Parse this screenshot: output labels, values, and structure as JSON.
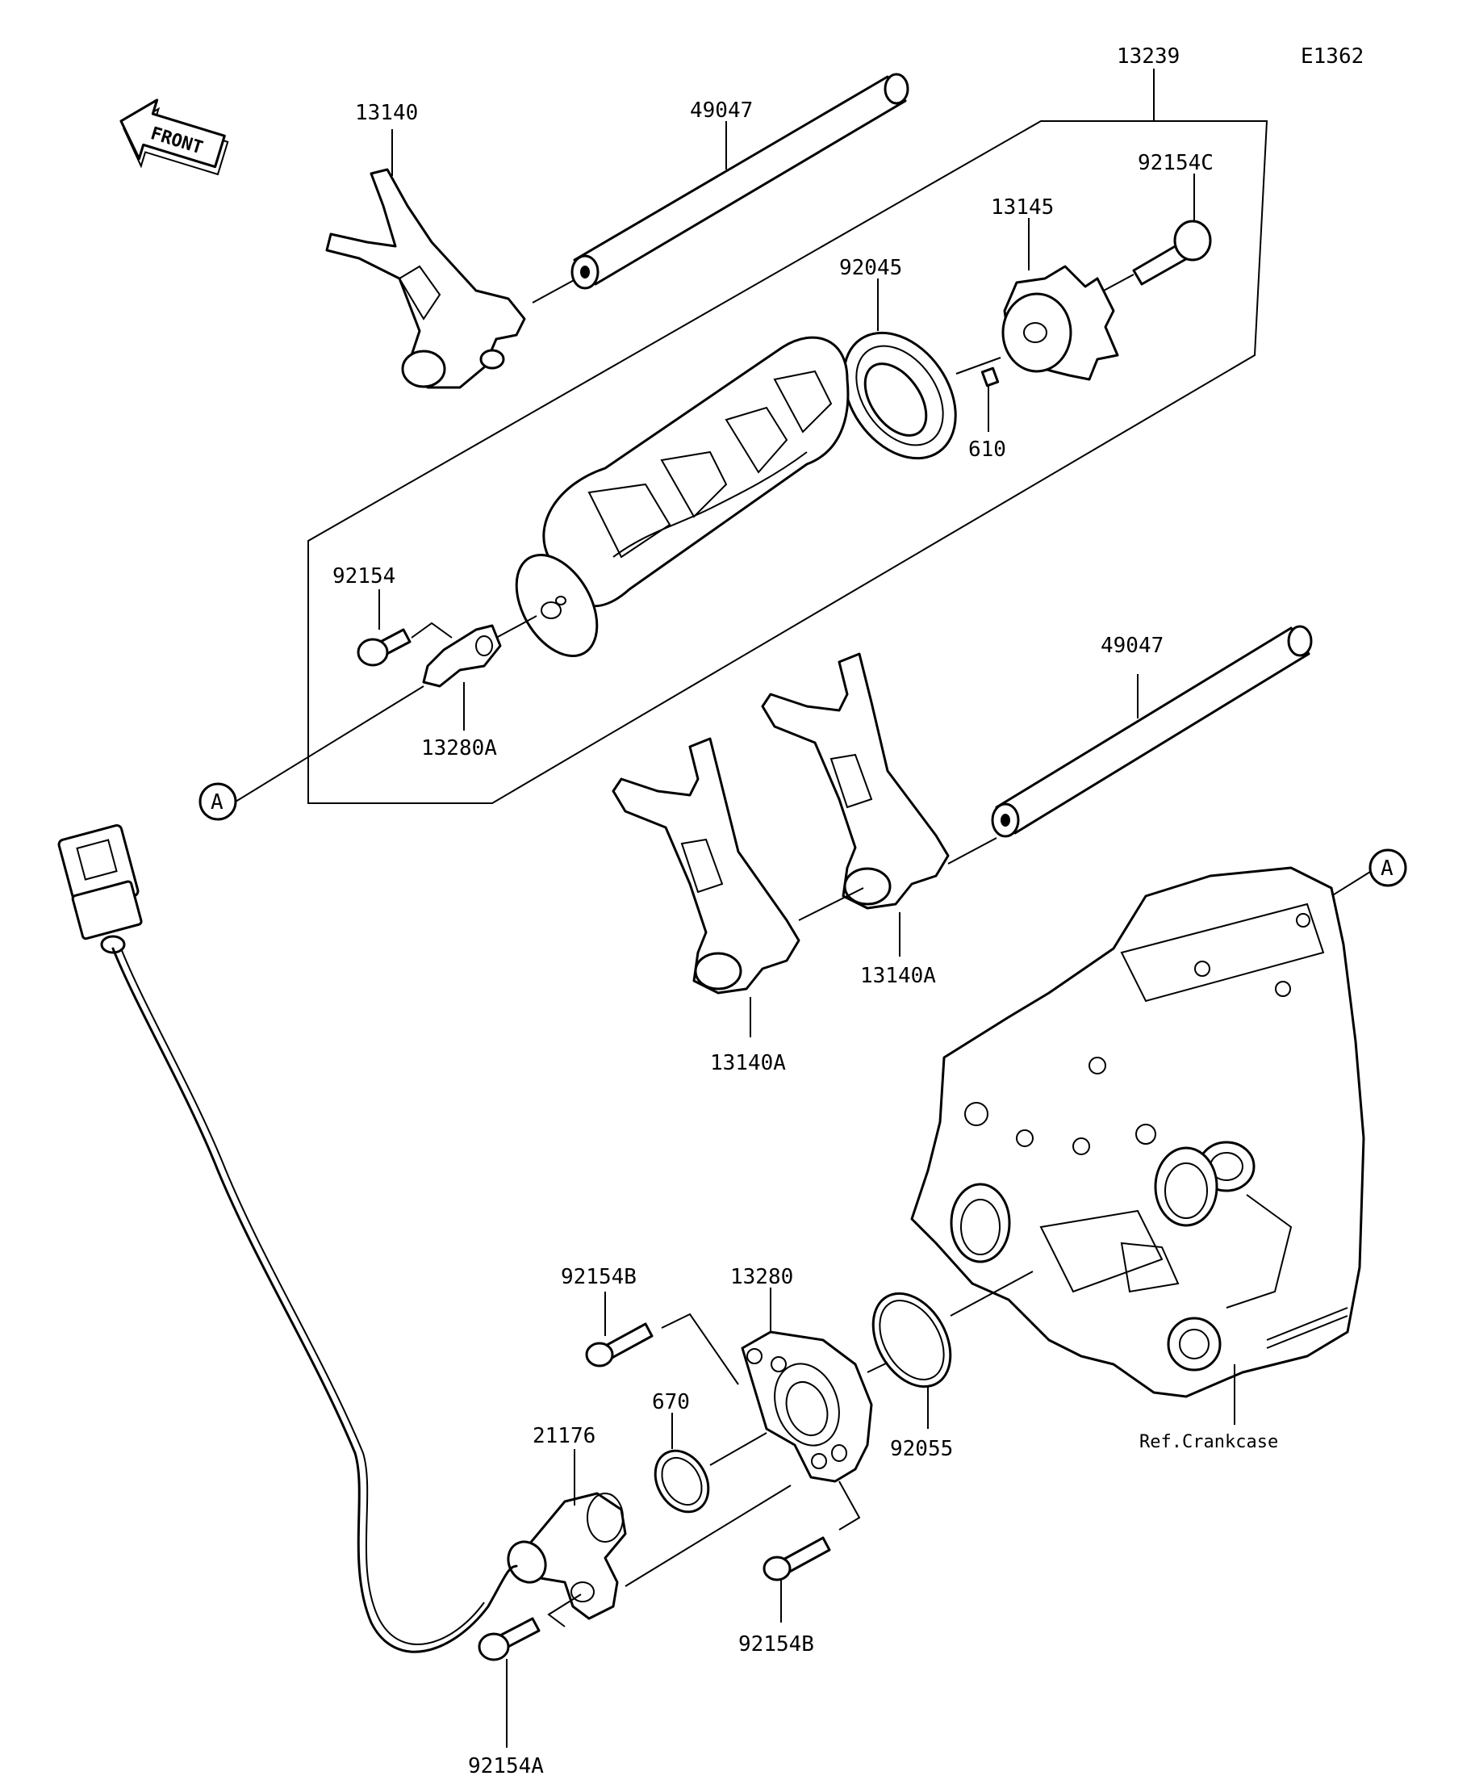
{
  "diagram_code": "E1362",
  "front_label": "FRONT",
  "callout_letter": "A",
  "parts": {
    "assembly_13239": "13239",
    "fork_13140": "13140",
    "shaft_49047_top": "49047",
    "shaft_49047_lower": "49047",
    "bearing_92045": "92045",
    "drum_cam_13145": "13145",
    "bolt_92154C": "92154C",
    "pin_610": "610",
    "bolt_92154": "92154",
    "holder_13280A": "13280A",
    "fork_13140A_right": "13140A",
    "fork_13140A_left": "13140A",
    "bolt_92154B_top": "92154B",
    "plate_13280": "13280",
    "oring_670": "670",
    "oring_92055": "92055",
    "sensor_21176": "21176",
    "bolt_92154B_bottom": "92154B",
    "bolt_92154A": "92154A",
    "ref_crankcase": "Ref.Crankcase"
  }
}
